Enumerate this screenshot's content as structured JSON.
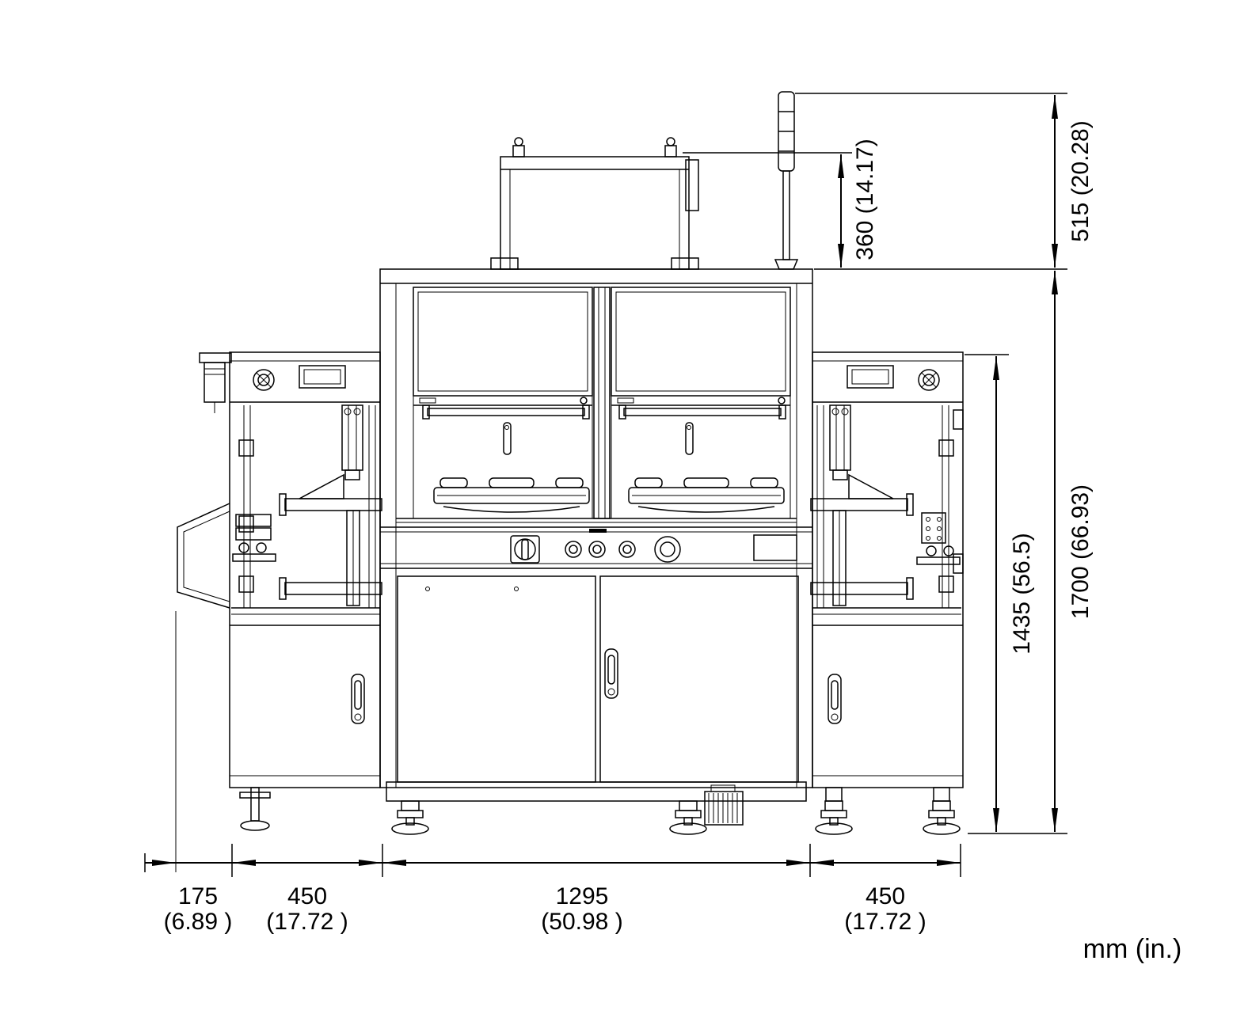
{
  "diagram": {
    "type": "dimension-drawing",
    "units_label": "mm (in.)",
    "vertical_dims": {
      "top_section": "515 (20.28)",
      "upper_unit": "360 (14.17)",
      "overall_height": "1700 (66.93)",
      "frame_height": "1435 (56.5)"
    },
    "bottom_dims": {
      "left_overhang_mm": "175",
      "left_overhang_in": "(6.89 )",
      "left_module_mm": "450",
      "left_module_in": "(17.72 )",
      "center_body_mm": "1295",
      "center_body_in": "(50.98 )",
      "right_module_mm": "450",
      "right_module_in": "(17.72 )"
    },
    "colors": {
      "line": "#000000",
      "background": "#ffffff"
    }
  }
}
